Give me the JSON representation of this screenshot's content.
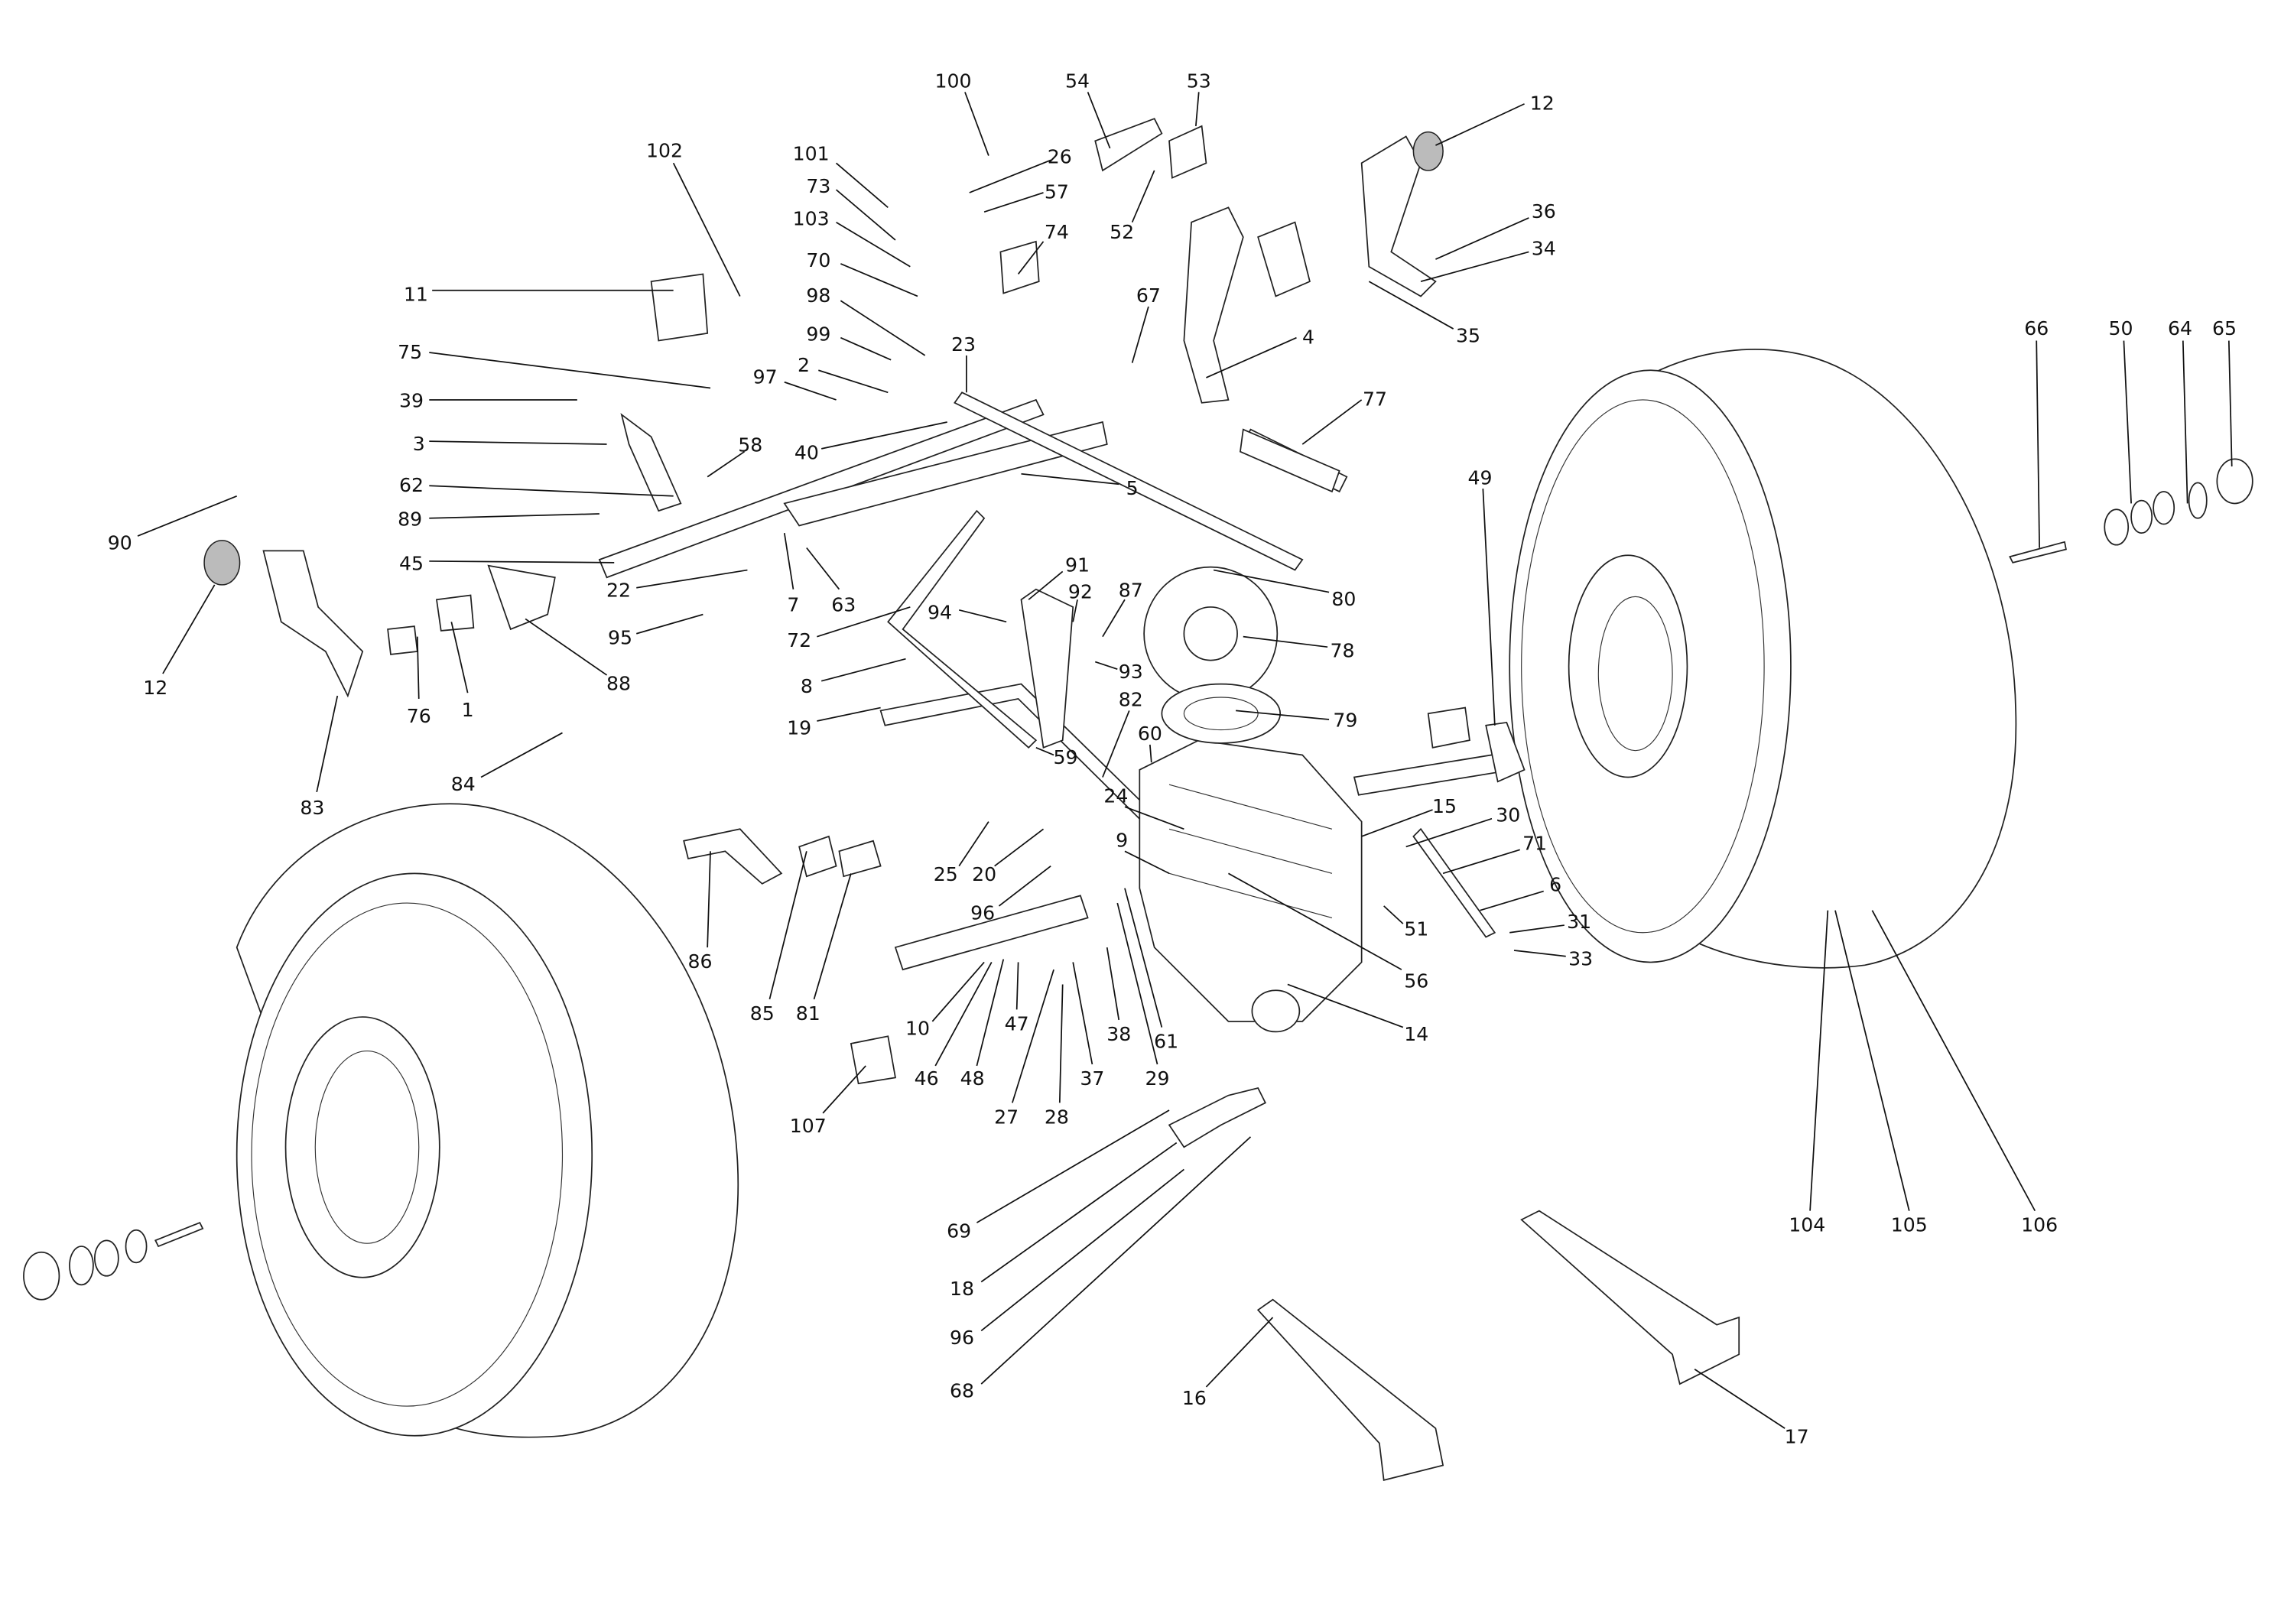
{
  "diagram": {
    "title": "Rear axle / transaxle exploded parts diagram",
    "callouts": [
      "100",
      "54",
      "53",
      "12",
      "102",
      "101",
      "26",
      "73",
      "57",
      "103",
      "74",
      "52",
      "36",
      "34",
      "70",
      "11",
      "35",
      "67",
      "98",
      "4",
      "99",
      "23",
      "75",
      "2",
      "97",
      "77",
      "39",
      "66",
      "50",
      "64",
      "65",
      "40",
      "58",
      "3",
      "5",
      "49",
      "62",
      "89",
      "90",
      "45",
      "22",
      "7",
      "63",
      "80",
      "91",
      "92",
      "87",
      "95",
      "94",
      "72",
      "78",
      "12",
      "88",
      "76",
      "1",
      "8",
      "93",
      "82",
      "19",
      "79",
      "60",
      "83",
      "59",
      "84",
      "24",
      "15",
      "30",
      "9",
      "25",
      "20",
      "71",
      "96",
      "6",
      "31",
      "33",
      "51",
      "56",
      "86",
      "14",
      "85",
      "81",
      "10",
      "47",
      "61",
      "46",
      "48",
      "38",
      "37",
      "27",
      "28",
      "29",
      "107",
      "104",
      "105",
      "106",
      "69",
      "18",
      "96",
      "68",
      "16",
      "17"
    ]
  }
}
